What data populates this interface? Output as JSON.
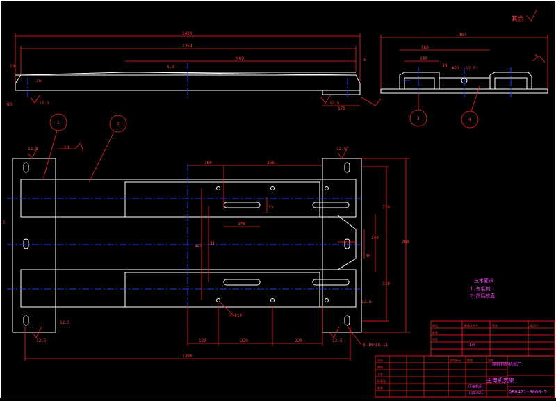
{
  "title_block": {
    "company": "原料钢筋机械厂",
    "part_name": "主电机支架",
    "drawing_no": "QBG421-8000-2",
    "model_label": "压缩机组",
    "model_code": "(QBG421)",
    "scale": "1:5",
    "small_texts": [
      "标记",
      "处数",
      "分区",
      "更改文件号",
      "签名",
      "年月日",
      "设计",
      "审核",
      "工艺",
      "标准化",
      "批准",
      "阶段标记",
      "重量",
      "比例"
    ]
  },
  "notes": {
    "heading": "技术要求",
    "items": [
      "1.去毛刺",
      "2.焊后校直"
    ]
  },
  "roughness_top_right": "其余",
  "front_view": {
    "dims": {
      "overall": "1420",
      "inner": "1258",
      "center": "900",
      "h_left": "10",
      "h_mid": "25",
      "height": "80",
      "right_w": "170",
      "right_h": "5"
    },
    "roughness": [
      "12.5",
      "12.5",
      "6.3"
    ]
  },
  "side_view": {
    "dims": {
      "overall": "387",
      "top": "160",
      "mid": "140",
      "h1": "30",
      "hole": "Φ22",
      "r": "12.5",
      "weld": "5"
    },
    "balloons": [
      "3",
      "4"
    ]
  },
  "plan_view": {
    "dims": {
      "top_left": "160",
      "top_mid": "256",
      "slot_w": "140",
      "slot_h": "13",
      "v1": "31",
      "v2": "447",
      "h_total": "780",
      "r1": "310",
      "r2": "310",
      "r3": "140",
      "r4": "40",
      "b1": "120",
      "b2": "220",
      "b3": "220",
      "overall": "1390",
      "hole_note": "4-Φ14",
      "slot_note": "6-16×38.11",
      "weld": "10",
      "weld_left": "5"
    },
    "roughness": [
      "12.5",
      "12.5",
      "12.5",
      "12.5",
      "12.5",
      "12.5"
    ],
    "balloons": [
      "1",
      "2"
    ]
  }
}
